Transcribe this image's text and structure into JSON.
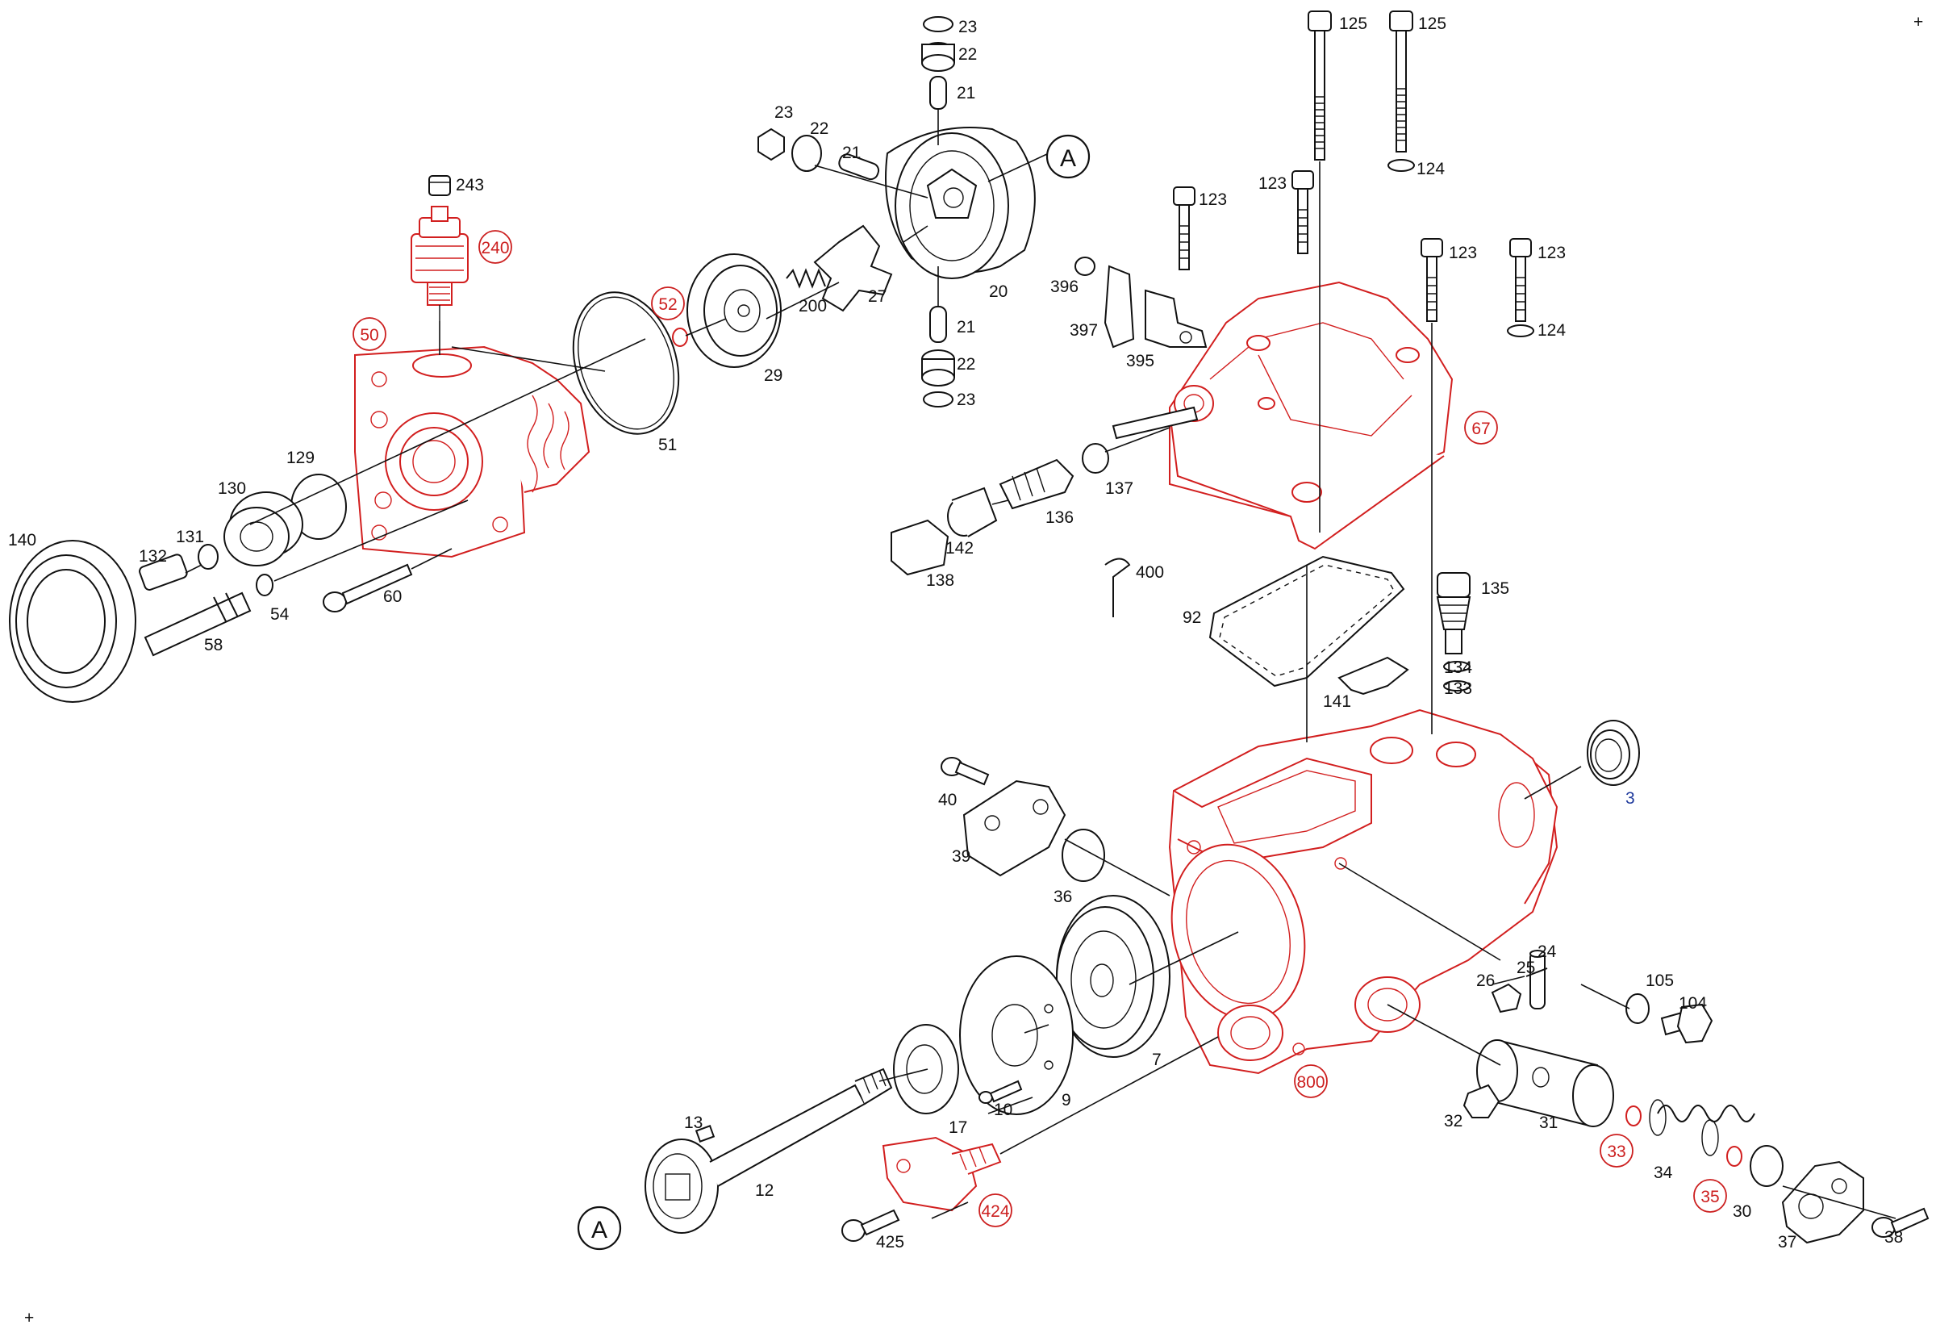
{
  "colors": {
    "highlight": "#cc1f1f",
    "ink": "#111111",
    "blue_label": "#1f3a9c"
  },
  "markers": {
    "corner_plus": "+"
  },
  "callouts": [
    {
      "id": "125a",
      "text": "125",
      "style": "plain"
    },
    {
      "id": "125b",
      "text": "125",
      "style": "plain"
    },
    {
      "id": "124a",
      "text": "124",
      "style": "plain"
    },
    {
      "id": "124b",
      "text": "124",
      "style": "plain"
    },
    {
      "id": "123a",
      "text": "123",
      "style": "plain"
    },
    {
      "id": "123b",
      "text": "123",
      "style": "plain"
    },
    {
      "id": "123c",
      "text": "123",
      "style": "plain"
    },
    {
      "id": "123d",
      "text": "123",
      "style": "plain"
    },
    {
      "id": "23a",
      "text": "23",
      "style": "plain"
    },
    {
      "id": "22a",
      "text": "22",
      "style": "plain"
    },
    {
      "id": "21a",
      "text": "21",
      "style": "plain"
    },
    {
      "id": "23b",
      "text": "23",
      "style": "plain"
    },
    {
      "id": "22b",
      "text": "22",
      "style": "plain"
    },
    {
      "id": "21b",
      "text": "21",
      "style": "plain"
    },
    {
      "id": "21c",
      "text": "21",
      "style": "plain"
    },
    {
      "id": "22c",
      "text": "22",
      "style": "plain"
    },
    {
      "id": "23c",
      "text": "23",
      "style": "plain"
    },
    {
      "id": "20",
      "text": "20",
      "style": "plain"
    },
    {
      "id": "27",
      "text": "27",
      "style": "plain"
    },
    {
      "id": "200",
      "text": "200",
      "style": "plain"
    },
    {
      "id": "29",
      "text": "29",
      "style": "plain"
    },
    {
      "id": "51",
      "text": "51",
      "style": "plain"
    },
    {
      "id": "243",
      "text": "243",
      "style": "plain"
    },
    {
      "id": "129",
      "text": "129",
      "style": "plain"
    },
    {
      "id": "130",
      "text": "130",
      "style": "plain"
    },
    {
      "id": "131",
      "text": "131",
      "style": "plain"
    },
    {
      "id": "132",
      "text": "132",
      "style": "plain"
    },
    {
      "id": "140",
      "text": "140",
      "style": "plain"
    },
    {
      "id": "58",
      "text": "58",
      "style": "plain"
    },
    {
      "id": "54",
      "text": "54",
      "style": "plain"
    },
    {
      "id": "60",
      "text": "60",
      "style": "plain"
    },
    {
      "id": "396",
      "text": "396",
      "style": "plain"
    },
    {
      "id": "397",
      "text": "397",
      "style": "plain"
    },
    {
      "id": "395",
      "text": "395",
      "style": "plain"
    },
    {
      "id": "137",
      "text": "137",
      "style": "plain"
    },
    {
      "id": "136",
      "text": "136",
      "style": "plain"
    },
    {
      "id": "142",
      "text": "142",
      "style": "plain"
    },
    {
      "id": "138",
      "text": "138",
      "style": "plain"
    },
    {
      "id": "400",
      "text": "400",
      "style": "plain"
    },
    {
      "id": "92",
      "text": "92",
      "style": "plain"
    },
    {
      "id": "135",
      "text": "135",
      "style": "plain"
    },
    {
      "id": "134",
      "text": "134",
      "style": "plain"
    },
    {
      "id": "133",
      "text": "133",
      "style": "plain"
    },
    {
      "id": "141",
      "text": "141",
      "style": "plain"
    },
    {
      "id": "3",
      "text": "3",
      "style": "blue"
    },
    {
      "id": "40",
      "text": "40",
      "style": "plain"
    },
    {
      "id": "39",
      "text": "39",
      "style": "plain"
    },
    {
      "id": "36",
      "text": "36",
      "style": "plain"
    },
    {
      "id": "24",
      "text": "24",
      "style": "plain"
    },
    {
      "id": "25",
      "text": "25",
      "style": "plain"
    },
    {
      "id": "26",
      "text": "26",
      "style": "plain"
    },
    {
      "id": "105",
      "text": "105",
      "style": "plain"
    },
    {
      "id": "104",
      "text": "104",
      "style": "plain"
    },
    {
      "id": "7",
      "text": "7",
      "style": "plain"
    },
    {
      "id": "9",
      "text": "9",
      "style": "plain"
    },
    {
      "id": "10",
      "text": "10",
      "style": "plain"
    },
    {
      "id": "17",
      "text": "17",
      "style": "plain"
    },
    {
      "id": "13",
      "text": "13",
      "style": "plain"
    },
    {
      "id": "12",
      "text": "12",
      "style": "plain"
    },
    {
      "id": "425",
      "text": "425",
      "style": "plain"
    },
    {
      "id": "32",
      "text": "32",
      "style": "plain"
    },
    {
      "id": "31",
      "text": "31",
      "style": "plain"
    },
    {
      "id": "34",
      "text": "34",
      "style": "plain"
    },
    {
      "id": "30",
      "text": "30",
      "style": "plain"
    },
    {
      "id": "37",
      "text": "37",
      "style": "plain"
    },
    {
      "id": "38",
      "text": "38",
      "style": "plain"
    },
    {
      "id": "240",
      "text": "240",
      "style": "red"
    },
    {
      "id": "50",
      "text": "50",
      "style": "red"
    },
    {
      "id": "52",
      "text": "52",
      "style": "red"
    },
    {
      "id": "67",
      "text": "67",
      "style": "red"
    },
    {
      "id": "800",
      "text": "800",
      "style": "red"
    },
    {
      "id": "424",
      "text": "424",
      "style": "red"
    },
    {
      "id": "33",
      "text": "33",
      "style": "red"
    },
    {
      "id": "35",
      "text": "35",
      "style": "red"
    },
    {
      "id": "A1",
      "text": "A",
      "style": "ring"
    },
    {
      "id": "A2",
      "text": "A",
      "style": "ring"
    }
  ]
}
